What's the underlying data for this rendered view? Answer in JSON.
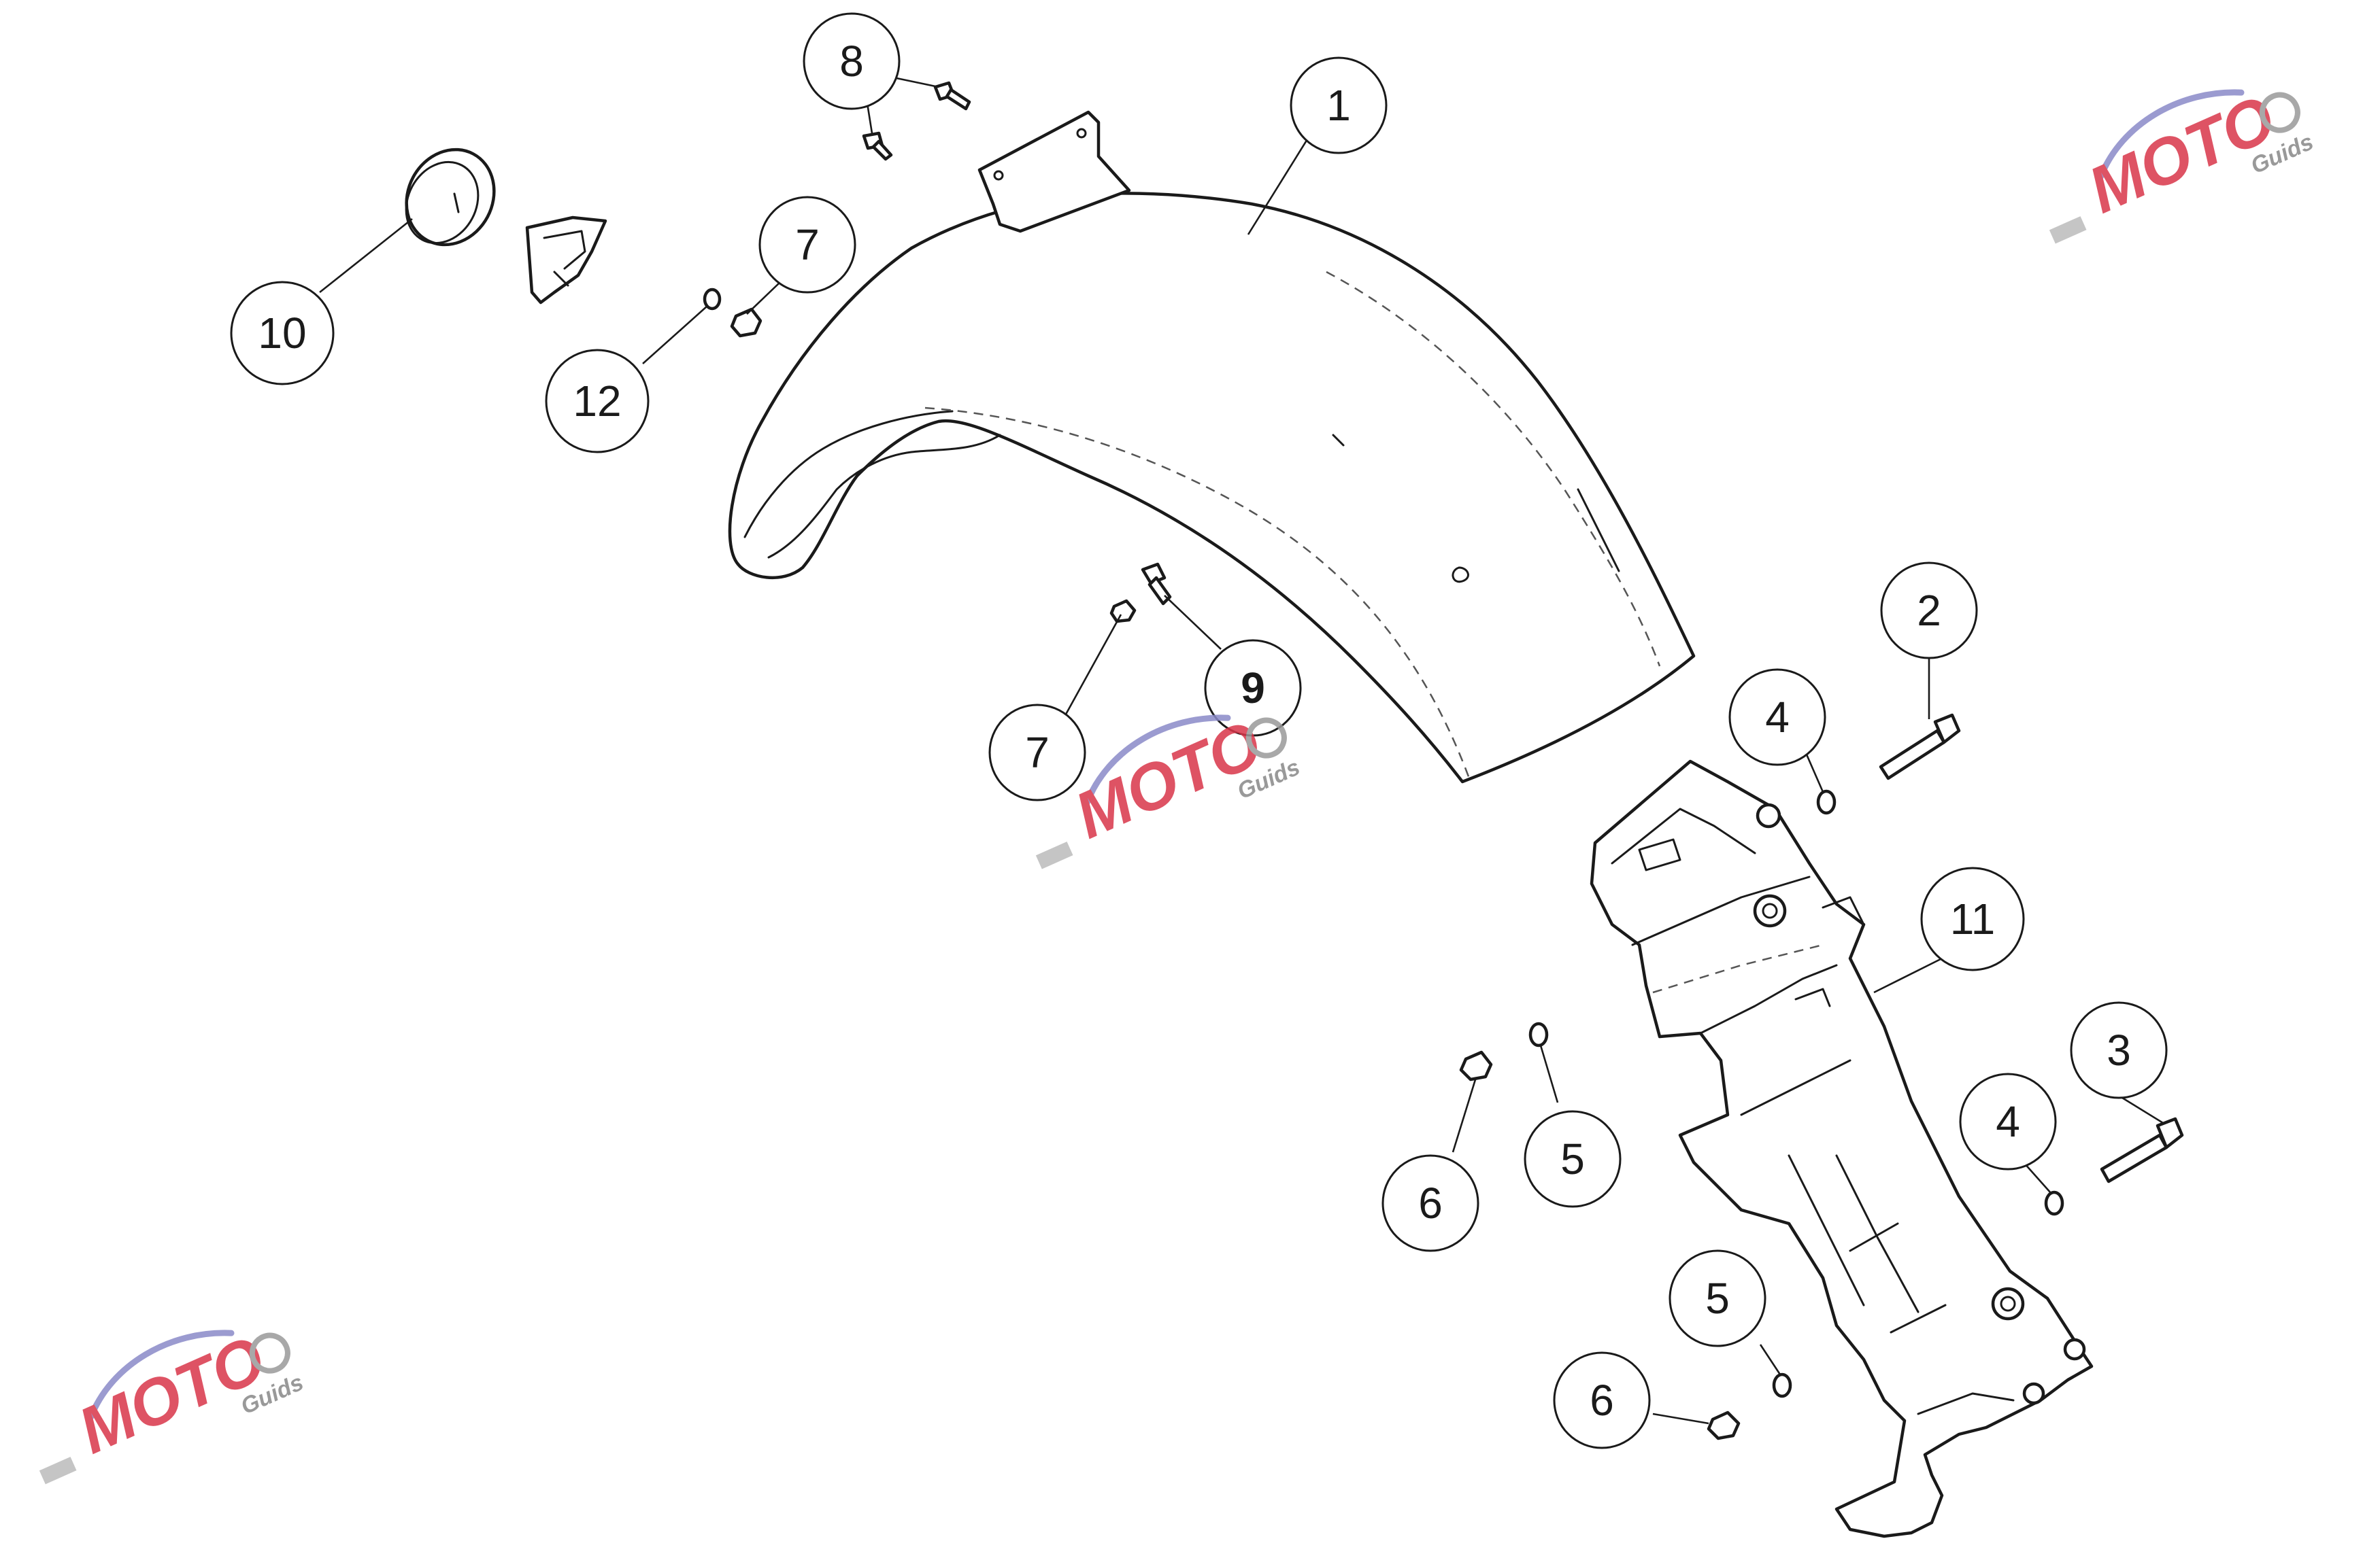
{
  "diagram": {
    "callouts": [
      {
        "label": "1"
      },
      {
        "label": "2"
      },
      {
        "label": "3"
      },
      {
        "label": "4"
      },
      {
        "label": "4"
      },
      {
        "label": "5"
      },
      {
        "label": "5"
      },
      {
        "label": "6"
      },
      {
        "label": "6"
      },
      {
        "label": "7"
      },
      {
        "label": "7"
      },
      {
        "label": "8"
      },
      {
        "label": "9"
      },
      {
        "label": "10"
      },
      {
        "label": "11"
      },
      {
        "label": "12"
      }
    ]
  },
  "watermark": {
    "brand": "MOTO",
    "sub": "Guids",
    "color_primary": "#d9364a",
    "color_secondary": "#8a8ac8"
  }
}
